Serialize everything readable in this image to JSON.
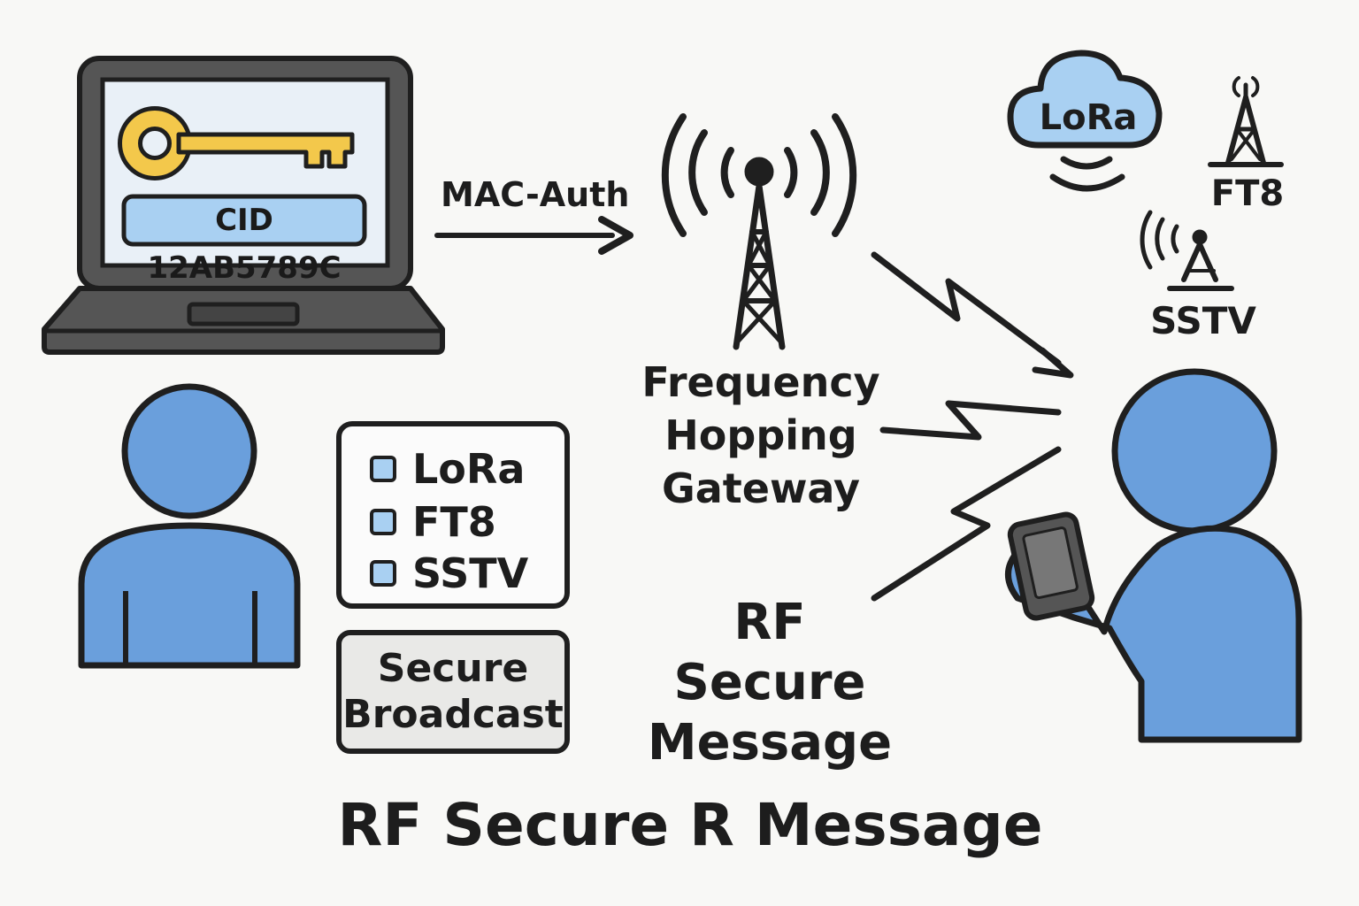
{
  "laptop": {
    "cid_label": "CID 12AB5789C"
  },
  "arrow_label": "MAC-Auth",
  "gateway": {
    "lines": [
      "Frequency",
      "Hopping",
      "Gateway"
    ]
  },
  "protocols": [
    {
      "label": "LoRa",
      "checked": false
    },
    {
      "label": "FT8",
      "checked": false
    },
    {
      "label": "SSTV",
      "checked": false
    }
  ],
  "secure_button": {
    "lines": [
      "Secure",
      "Broadcast"
    ]
  },
  "rf_label": {
    "lines": [
      "RF",
      "Secure",
      "Message"
    ]
  },
  "icons_top_right": {
    "cloud_label": "LoRa",
    "tower1_label": "FT8",
    "tower2_label": "SSTV"
  },
  "title": "RF Secure R Message",
  "colors": {
    "person": "#6a9fdc",
    "key": "#f3c84b",
    "accent_box": "#a9d0f2",
    "screen": "#e9f0f7",
    "laptop": "#555555",
    "cloud": "#a9d0f2"
  }
}
